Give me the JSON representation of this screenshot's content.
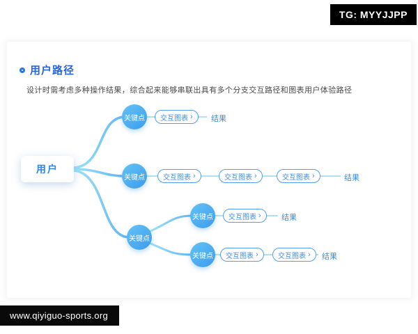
{
  "watermark_top": {
    "text": "TG: MYYJJPP"
  },
  "watermark_bottom": {
    "text": "www.qiyiguo-sports.org"
  },
  "card": {
    "title": "用户路径",
    "description": "设计时需考虑多种操作结果，综合起来能够串联出具有多个分支交互路径和图表用户体验路径"
  },
  "diagram": {
    "user": "用户",
    "keypoint": "关键点",
    "chart": "交互图表",
    "chart_arrow": "›",
    "result": "结果"
  },
  "colors": {
    "accent_blue": "#2B78E4",
    "node_blue": "#3E9BEE",
    "line_light": "#AFE0F5",
    "watermark_bg": "#000000"
  }
}
